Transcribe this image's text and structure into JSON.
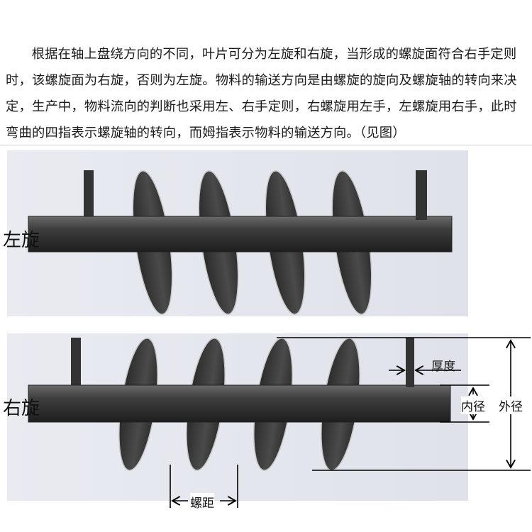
{
  "paragraph": "根据在轴上盘绕方向的不同，叶片可分为左旋和右旋，当形成的螺旋面符合右手定则时，该螺旋面为右旋，否则为左旋。物料的输送方向是由螺旋的旋向及螺旋轴的转向来决定，生产中，物料流向的判断也采用左、右手定则，右螺旋用左手，左螺旋用右手，此时弯曲的四指表示螺旋轴的转向，而姆指表示物料的输送方向。（见图）",
  "diagram": {
    "left_hand_label": "左旋",
    "right_hand_label": "右旋",
    "thickness_label": "厚度",
    "inner_diameter_label": "内径",
    "outer_diameter_label": "外径",
    "pitch_label": "螺距"
  }
}
